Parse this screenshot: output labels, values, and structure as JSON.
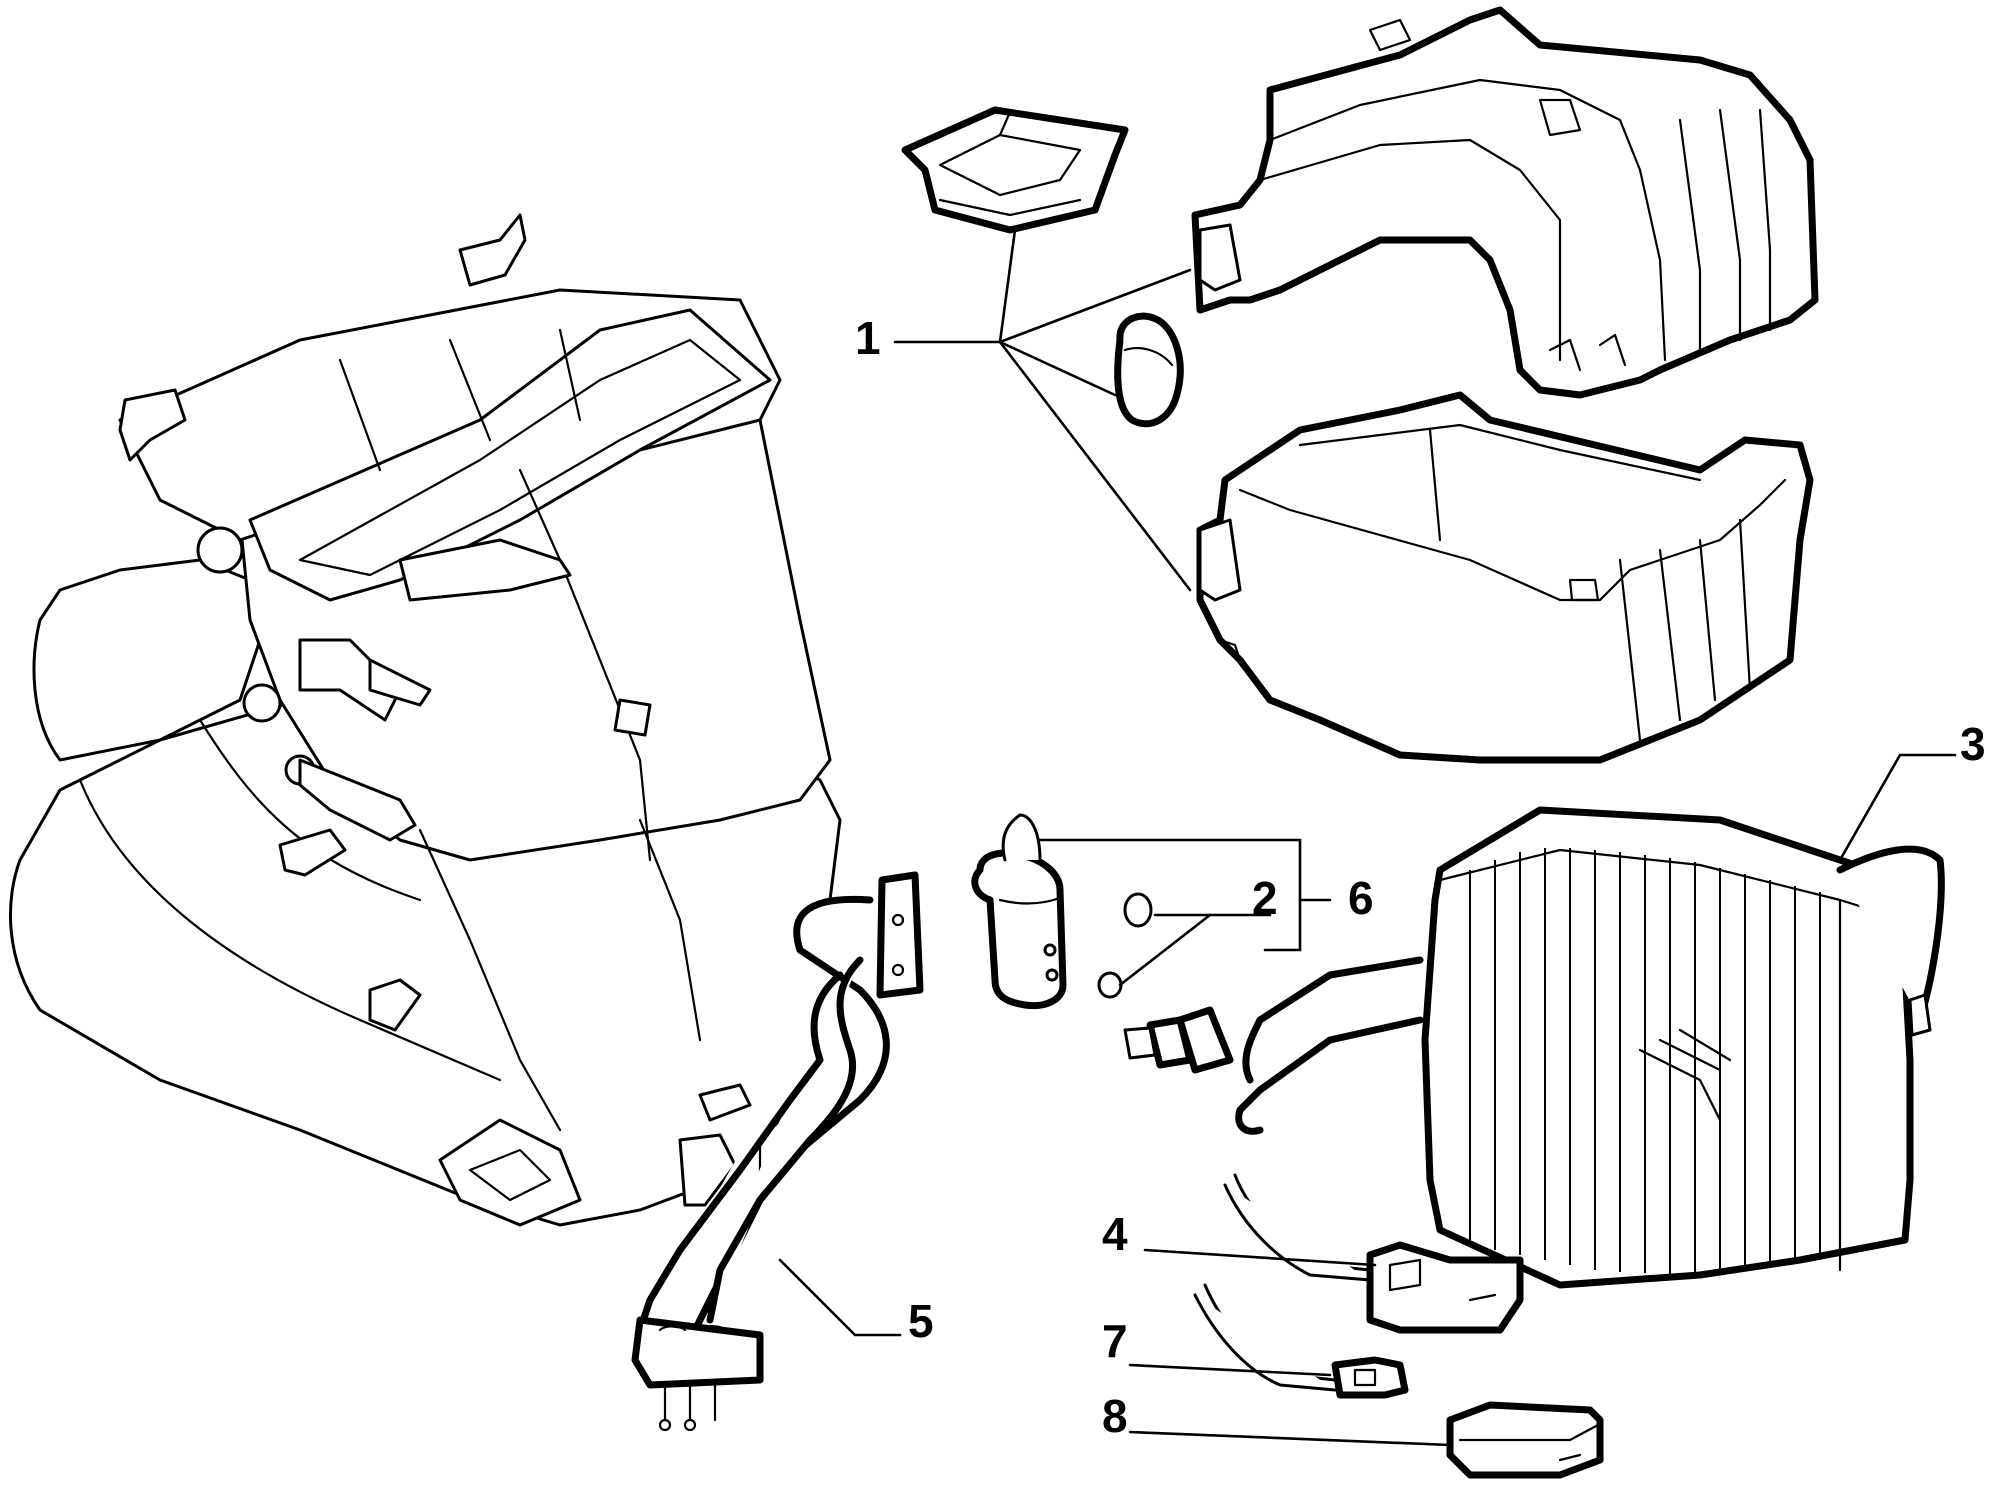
{
  "callouts": {
    "part_1": "1",
    "part_2": "2",
    "part_3": "3",
    "part_4": "4",
    "part_5": "5",
    "part_6": "6",
    "part_7": "7",
    "part_8": "8"
  },
  "colors": {
    "line": "#000000",
    "background": "#ffffff"
  }
}
